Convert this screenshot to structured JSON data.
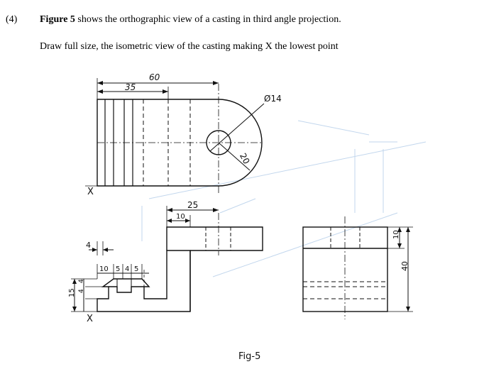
{
  "question": {
    "number": "(4)",
    "figure_ref": "Figure 5",
    "line1_rest": " shows the orthographic view of a casting in third angle projection.",
    "line2": "Draw full size, the isometric view of the casting making X the lowest point"
  },
  "plan_view": {
    "dim_overall": "60",
    "dim_left": "35",
    "dim_hole": "Ø14",
    "dim_radius": "20",
    "label_x": "X"
  },
  "front_view": {
    "dim_25": "25",
    "dim_10_top": "10",
    "dim_4_top": "4",
    "dim_10": "10",
    "dim_5a": "5",
    "dim_4b": "4",
    "dim_5b": "5",
    "dim_15": "15",
    "dim_4_side_a": "4",
    "dim_4_side_b": "4",
    "label_x": "X"
  },
  "side_view": {
    "dim_10": "10",
    "dim_40": "40"
  },
  "caption": "Fig-5",
  "colors": {
    "ink": "#111111",
    "ghost": "#a9c6e6"
  }
}
